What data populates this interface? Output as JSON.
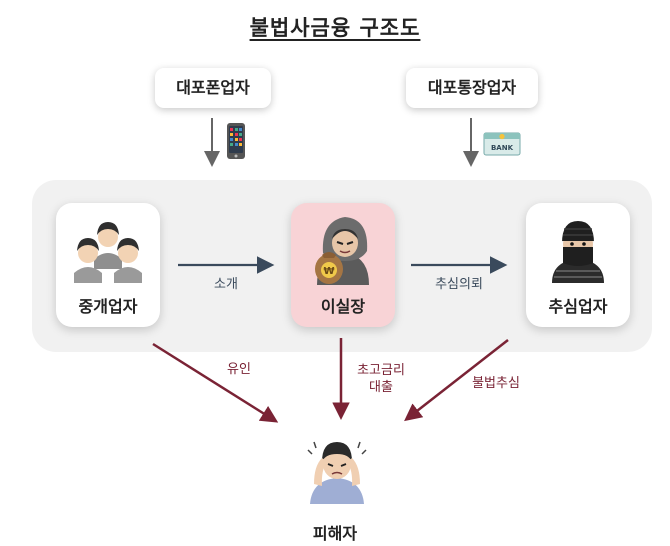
{
  "title": "불법사금융 구조도",
  "suppliers": {
    "phone": {
      "label": "대포폰업자",
      "icon": "phone-icon"
    },
    "bankbook": {
      "label": "대포통장업자",
      "icon": "bankbook-icon",
      "badge": "BANK"
    }
  },
  "nodes": {
    "broker": {
      "label": "중개업자",
      "icon": "group-people-icon"
    },
    "lender": {
      "label": "이실장",
      "icon": "hooded-lender-icon",
      "bag_mark": "₩"
    },
    "collector": {
      "label": "추심업자",
      "icon": "masked-collector-icon"
    },
    "victim": {
      "label": "피해자",
      "icon": "distressed-person-icon"
    }
  },
  "edges": {
    "intro": "소개",
    "collection_request": "추심의뢰",
    "lure": "유인",
    "loan_line1": "초고금리",
    "loan_line2": "대출",
    "illegal_collection": "불법추심"
  },
  "colors": {
    "arrow_dark": "#3a4a5c",
    "arrow_wine": "#7a2335",
    "center_card": "#f8d3d6"
  }
}
